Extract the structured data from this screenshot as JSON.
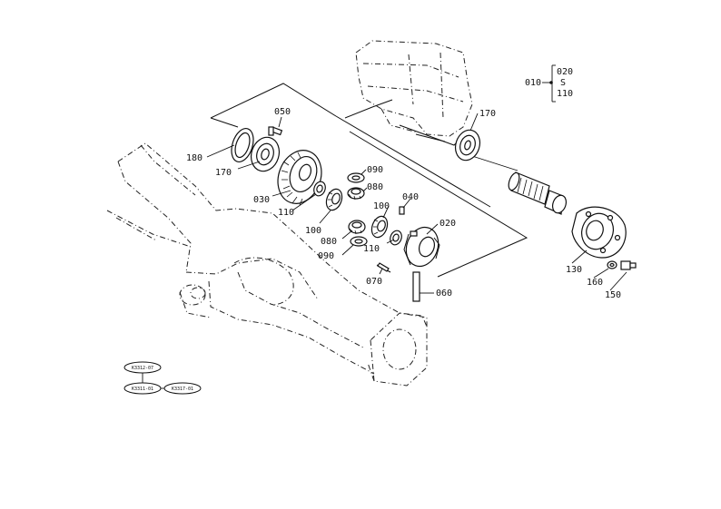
{
  "diagram": {
    "part_labels": [
      "050",
      "180",
      "170",
      "030",
      "110",
      "100",
      "080",
      "090",
      "090",
      "080",
      "100",
      "040",
      "020",
      "110",
      "070",
      "060",
      "170",
      "130",
      "160",
      "150"
    ],
    "range_legend": {
      "main": "010",
      "top": "020",
      "bottom": "110",
      "separator": "S"
    },
    "reference_badges": [
      "K3312-07",
      "K3311-01",
      "K3317-01"
    ],
    "colors": {
      "line": "#111111",
      "background": "#ffffff"
    }
  }
}
